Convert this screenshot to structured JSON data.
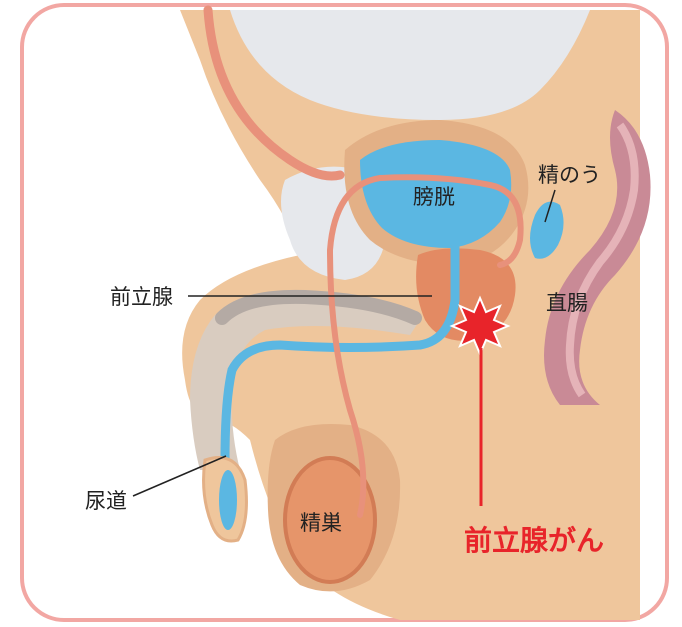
{
  "labels": {
    "bladder": "膀胱",
    "seminal_vesicle": "精のう",
    "prostate": "前立腺",
    "rectum": "直腸",
    "urethra": "尿道",
    "testis": "精巣",
    "prostate_cancer": "前立腺がん"
  },
  "colors": {
    "frame_border": "#f2a7a3",
    "tissue": "#efc69c",
    "tissue_dark": "#e3b086",
    "urine_blue": "#5bb7e2",
    "bone_gray": "#e6e8ec",
    "duct": "#e8917b",
    "prostate": "#e38a63",
    "rectum": "#c98a96",
    "rectum_inner": "#e5b3b8",
    "testis": "#e6956a",
    "penis_gray": "#b4aaa4",
    "cancer_red": "#e8242a"
  }
}
